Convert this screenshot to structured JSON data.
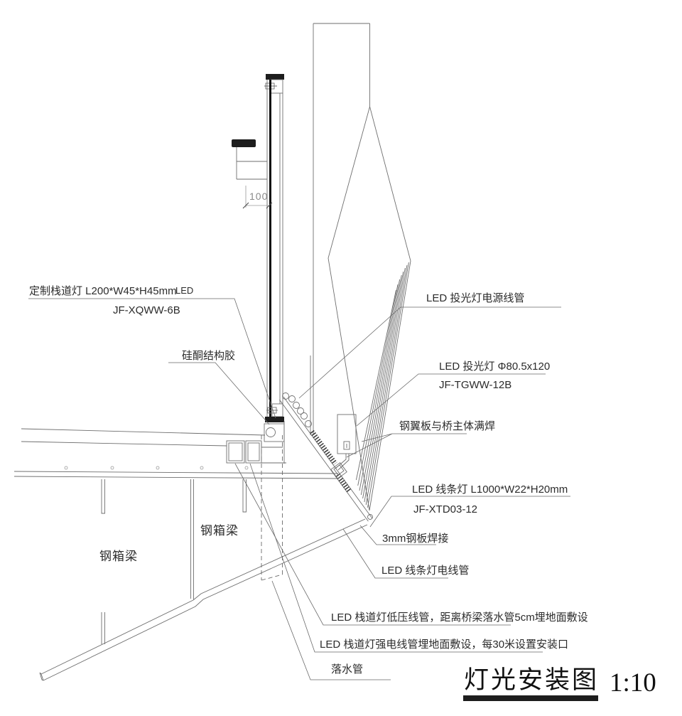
{
  "drawing": {
    "title": "灯光安装图",
    "scale": "1:10",
    "dimension_100": "100",
    "labels": {
      "walkway_light_spec": "定制栈道灯 L200*W45*H45mm",
      "walkway_light_led": "LED",
      "walkway_light_model": "JF-XQWW-6B",
      "silicone_sealant": "硅酮结构胶",
      "floodlight_power_conduit": "LED 投光灯电源线管",
      "floodlight_spec": "LED  投光灯 Φ80.5x120",
      "floodlight_model": "JF-TGWW-12B",
      "wing_plate_weld": "钢翼板与桥主体满焊",
      "linear_light_spec": "LED  线条灯 L1000*W22*H20mm",
      "linear_light_model": "JF-XTD03-12",
      "steel_plate_weld": "3mm钢板焊接",
      "linear_light_conduit": "LED 线条灯电线管",
      "low_voltage_conduit": "LED 栈道灯低压线管，距离桥梁落水管5cm埋地面敷设",
      "high_voltage_conduit": "LED 栈道灯强电线管埋地面敷设，每30米设置安装口",
      "downspout": "落水管",
      "steel_box_girder_upper": "钢箱梁",
      "steel_box_girder_lower": "钢箱梁"
    }
  }
}
